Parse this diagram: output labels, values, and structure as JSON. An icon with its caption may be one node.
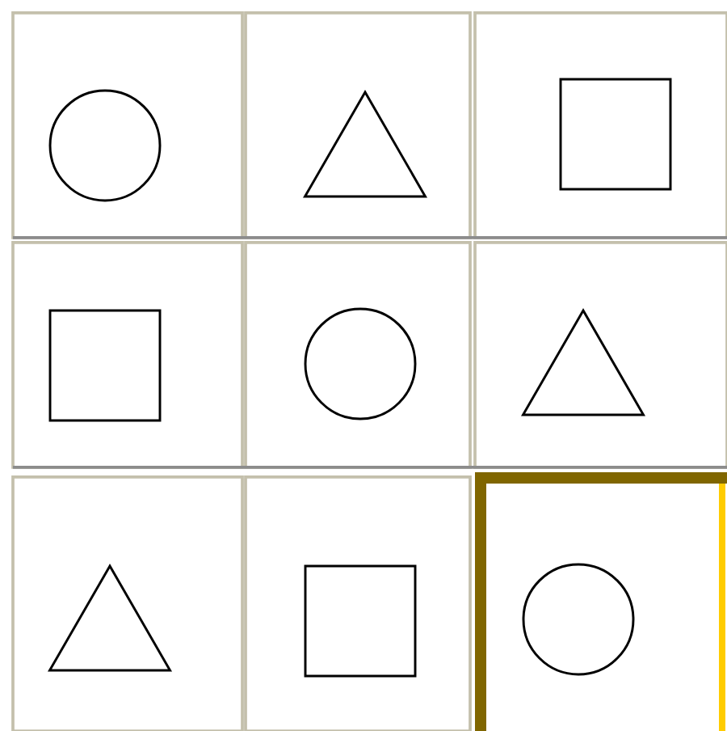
{
  "diagram": {
    "nodes": [
      {
        "text": [],
        "shape": "circle"
      },
      {
        "text": [],
        "shape": "triangle"
      },
      {
        "text": [],
        "shape": "box"
      },
      {
        "text": [],
        "shape": "box"
      },
      {
        "text": [],
        "shape": "circle"
      },
      {
        "text": [],
        "shape": "triangle"
      },
      {
        "text": [],
        "shape": "triangle"
      },
      {
        "text": [],
        "shape": "box"
      },
      {
        "text": [],
        "shape": "circle"
      }
    ]
  }
}
